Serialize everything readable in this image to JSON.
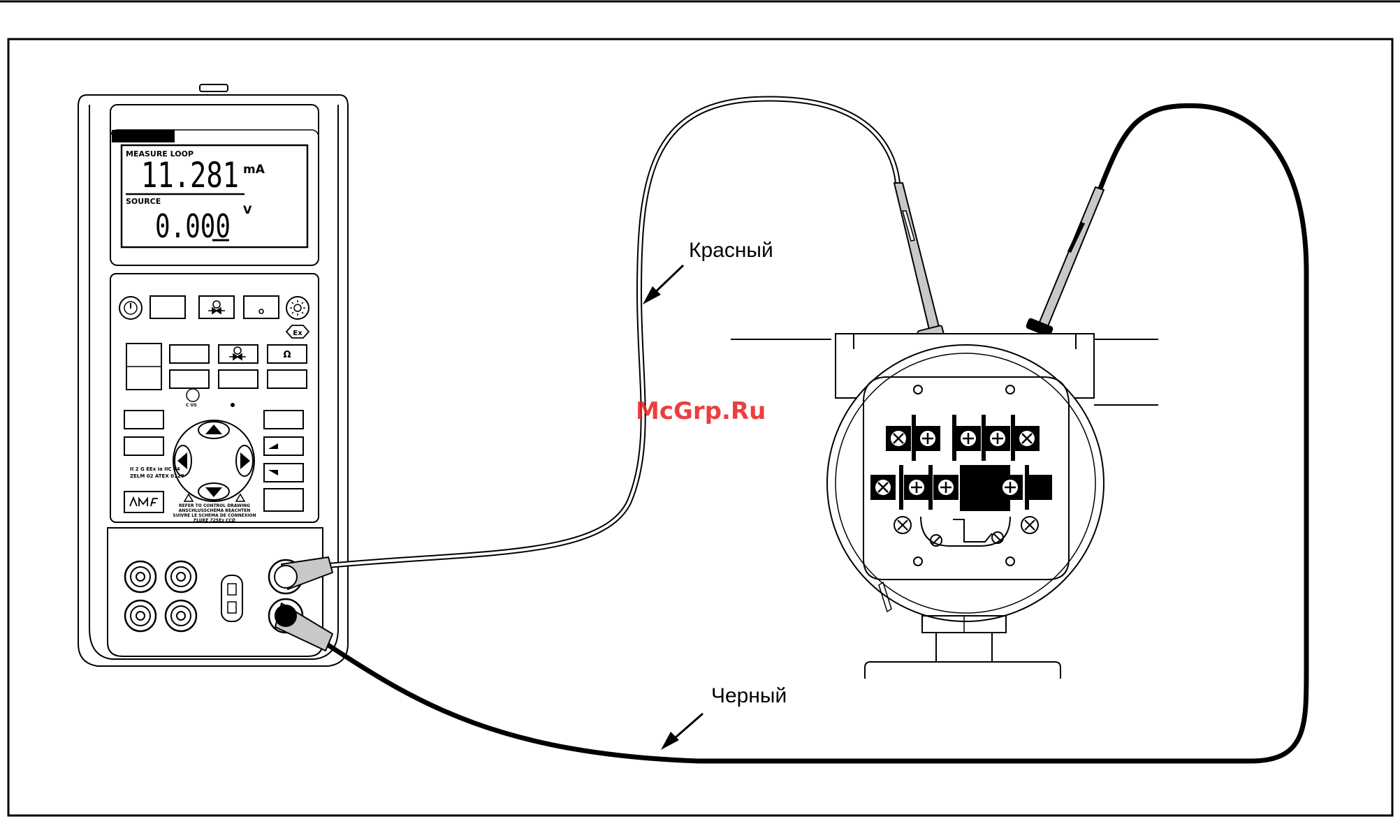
{
  "meter": {
    "brand": "FLUKE",
    "display": {
      "measure_label": "MEASURE LOOP",
      "measure_value": "11.281",
      "measure_unit": "mA",
      "source_label": "SOURCE",
      "source_value": "0.000",
      "source_unit": "V"
    },
    "cert": {
      "line1": "II 2 G EEx ia IIC T4",
      "line2": "ZELM 02 ATEX 0120",
      "csa": "C   US"
    },
    "warning": {
      "line1": "REFER TO CONTROL DRAWING",
      "line2": "ANSCHLUSSCHEMA BEACHTEN",
      "line3": "SUIVRE LE SCHEMA DE CONNEXION",
      "line4": "FLUKE 725Ex CCD"
    },
    "ohm_key": "Ω",
    "ex_mark": "Ex"
  },
  "labels": {
    "red": "Красный",
    "black": "Черный"
  },
  "watermark": "McGrp.Ru",
  "colors": {
    "line": "#000000",
    "watermark": "#e81d1d",
    "lead_red_fill": "#c8c8c8"
  }
}
